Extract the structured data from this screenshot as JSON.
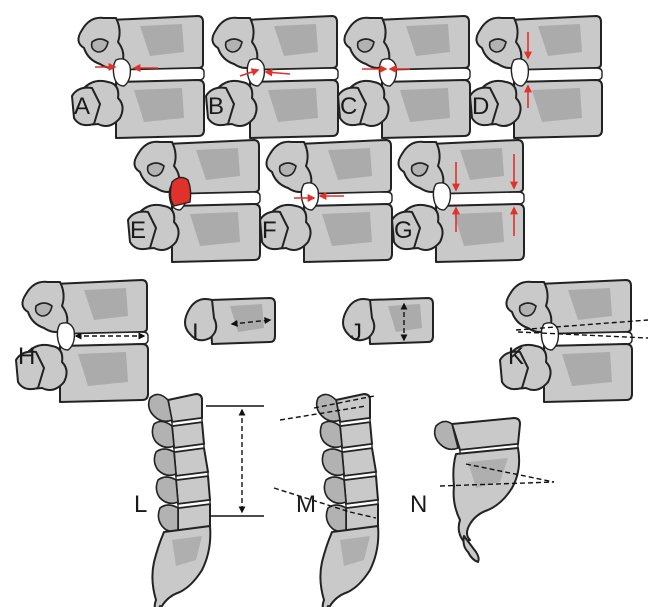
{
  "figure": {
    "panels": [
      {
        "id": "A",
        "label": "A"
      },
      {
        "id": "B",
        "label": "B"
      },
      {
        "id": "C",
        "label": "C"
      },
      {
        "id": "D",
        "label": "D"
      },
      {
        "id": "E",
        "label": "E"
      },
      {
        "id": "F",
        "label": "F"
      },
      {
        "id": "G",
        "label": "G"
      },
      {
        "id": "H",
        "label": "H"
      },
      {
        "id": "I",
        "label": "I"
      },
      {
        "id": "J",
        "label": "J"
      },
      {
        "id": "K",
        "label": "K"
      },
      {
        "id": "L",
        "label": "L"
      },
      {
        "id": "M",
        "label": "M"
      },
      {
        "id": "N",
        "label": "N"
      }
    ],
    "colors": {
      "bone": "#c9c9c9",
      "bone_shadow": "#a4a4a4",
      "outline": "#222222",
      "annotation_red": "#e0312b",
      "annotation_black": "#111111",
      "background": "#ffffff"
    }
  }
}
